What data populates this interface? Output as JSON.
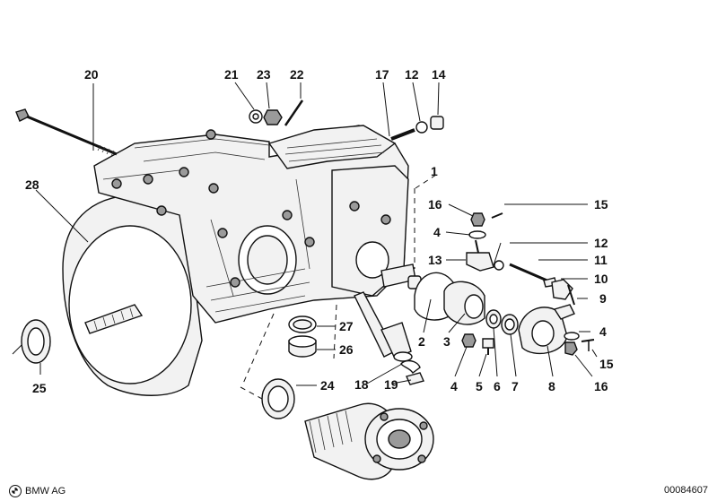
{
  "brand": {
    "name": "BMW AG"
  },
  "image_id": "00084607",
  "callouts": [
    {
      "id": "c20",
      "label": "20"
    },
    {
      "id": "c21",
      "label": "21"
    },
    {
      "id": "c23",
      "label": "23"
    },
    {
      "id": "c22",
      "label": "22"
    },
    {
      "id": "c17",
      "label": "17"
    },
    {
      "id": "c12a",
      "label": "12"
    },
    {
      "id": "c14",
      "label": "14"
    },
    {
      "id": "c1",
      "label": "1"
    },
    {
      "id": "c28",
      "label": "28"
    },
    {
      "id": "c16a",
      "label": "16"
    },
    {
      "id": "c15a",
      "label": "15"
    },
    {
      "id": "c4a",
      "label": "4"
    },
    {
      "id": "c12b",
      "label": "12"
    },
    {
      "id": "c13",
      "label": "13"
    },
    {
      "id": "c11",
      "label": "11"
    },
    {
      "id": "c10",
      "label": "10"
    },
    {
      "id": "c9",
      "label": "9"
    },
    {
      "id": "c27",
      "label": "27"
    },
    {
      "id": "c26",
      "label": "26"
    },
    {
      "id": "c2",
      "label": "2"
    },
    {
      "id": "c3",
      "label": "3"
    },
    {
      "id": "c4b",
      "label": "4"
    },
    {
      "id": "c15b",
      "label": "15"
    },
    {
      "id": "c24",
      "label": "24"
    },
    {
      "id": "c18",
      "label": "18"
    },
    {
      "id": "c19",
      "label": "19"
    },
    {
      "id": "c4c",
      "label": "4"
    },
    {
      "id": "c5",
      "label": "5"
    },
    {
      "id": "c6",
      "label": "6"
    },
    {
      "id": "c7",
      "label": "7"
    },
    {
      "id": "c8",
      "label": "8"
    },
    {
      "id": "c16b",
      "label": "16"
    },
    {
      "id": "c25",
      "label": "25"
    }
  ]
}
